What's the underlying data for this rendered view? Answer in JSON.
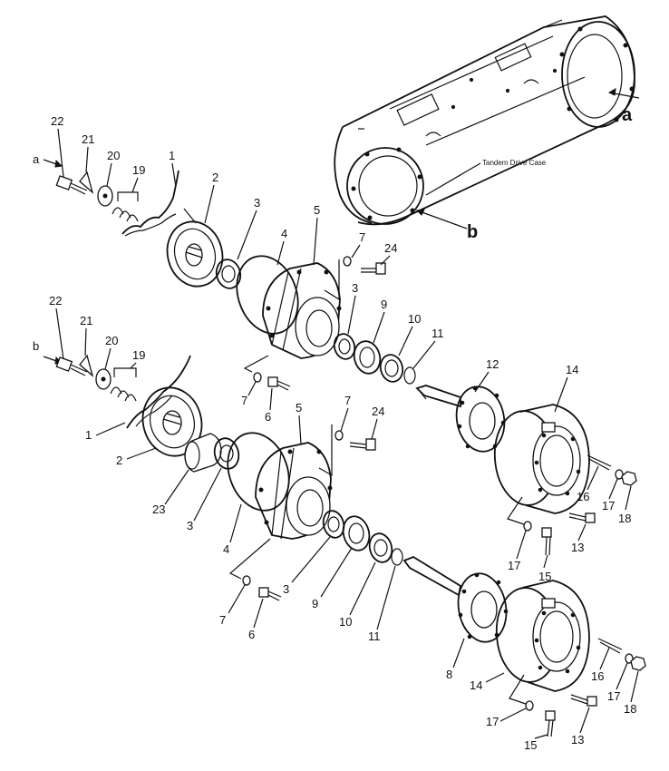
{
  "case_label": "Tandem Drive Case",
  "ref": {
    "a": "a",
    "b": "b"
  },
  "parts": {
    "p1": "1",
    "p2": "2",
    "p3": "3",
    "p4": "4",
    "p5": "5",
    "p6": "6",
    "p7": "7",
    "p8": "8",
    "p9": "9",
    "p10": "10",
    "p11": "11",
    "p12": "12",
    "p13": "13",
    "p14": "14",
    "p15": "15",
    "p16": "16",
    "p17": "17",
    "p18": "18",
    "p19": "19",
    "p20": "20",
    "p21": "21",
    "p22": "22",
    "p23": "23",
    "p24": "24"
  }
}
